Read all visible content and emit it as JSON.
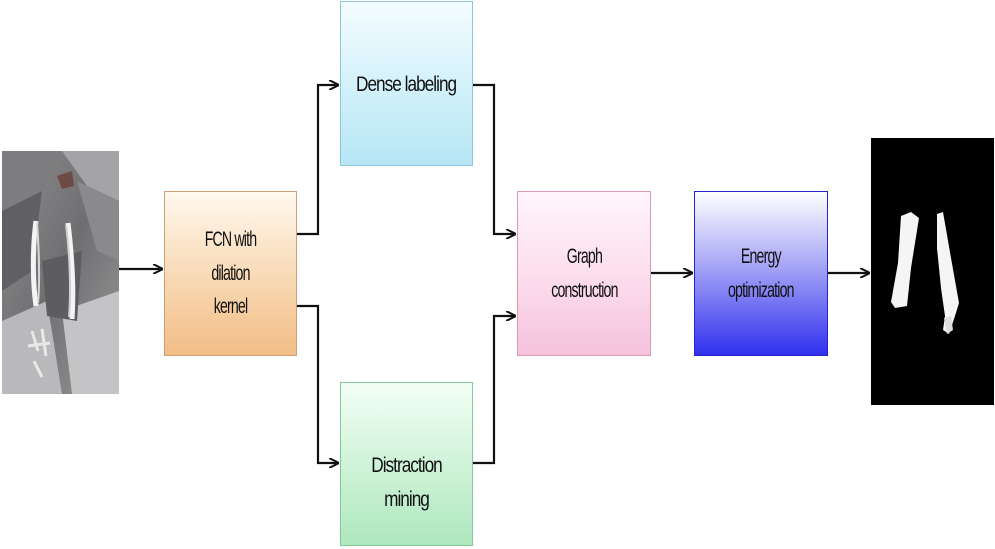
{
  "nodes": {
    "fcn": [
      "FCN with dilation",
      "kernel"
    ],
    "dense": [
      "Dense labeling"
    ],
    "distraction": [
      "Distraction mining"
    ],
    "graph": [
      "Graph",
      "construction"
    ],
    "energy": [
      "Energy",
      "optimization"
    ]
  },
  "input_image": {
    "icon": "rock-photo-with-bones"
  },
  "output_image": {
    "icon": "binary-segmentation-mask"
  },
  "colors": {
    "fcn": "#f8d8b2",
    "dense": "#cdeff9",
    "distraction": "#c9f1d3",
    "graph": "#fbd9ea",
    "energy": "#3030ee"
  }
}
